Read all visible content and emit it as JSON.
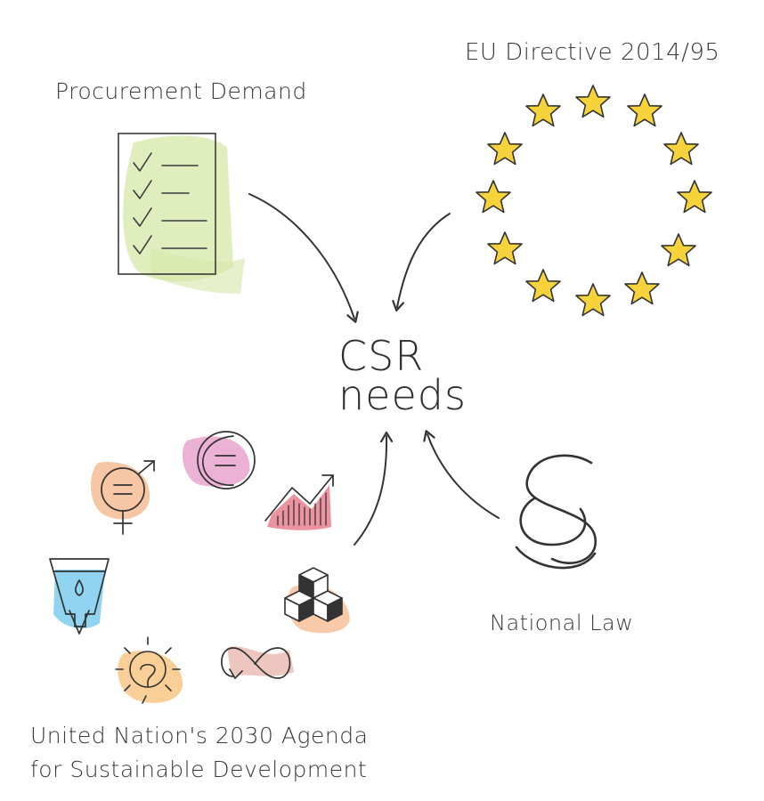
{
  "labels": {
    "procurement": "Procurement Demand",
    "eu_directive": "EU Directive 2014/95",
    "csr_line1": "CSR",
    "csr_line2": "needs",
    "national_law": "National Law",
    "un_line1": "United Nation's 2030 Agenda",
    "un_line2": "for Sustainable Development",
    "paragraph_symbol": "§"
  },
  "colors": {
    "star": "#f6d33a",
    "checklist_wash": "#d6e8a8",
    "pink": "#e9a4cf",
    "peach": "#f5b88e",
    "red": "#e46f7e",
    "blue": "#6cc6ee",
    "orange": "#f8c27d",
    "rose": "#e9b8b0",
    "ink": "#333333"
  },
  "icons": [
    "checklist-icon",
    "eu-stars-icon",
    "paragraph-icon",
    "gender-equality-icon",
    "equality-icon",
    "growth-chart-icon",
    "water-icon",
    "energy-sun-icon",
    "infinity-icon",
    "cubes-icon"
  ]
}
